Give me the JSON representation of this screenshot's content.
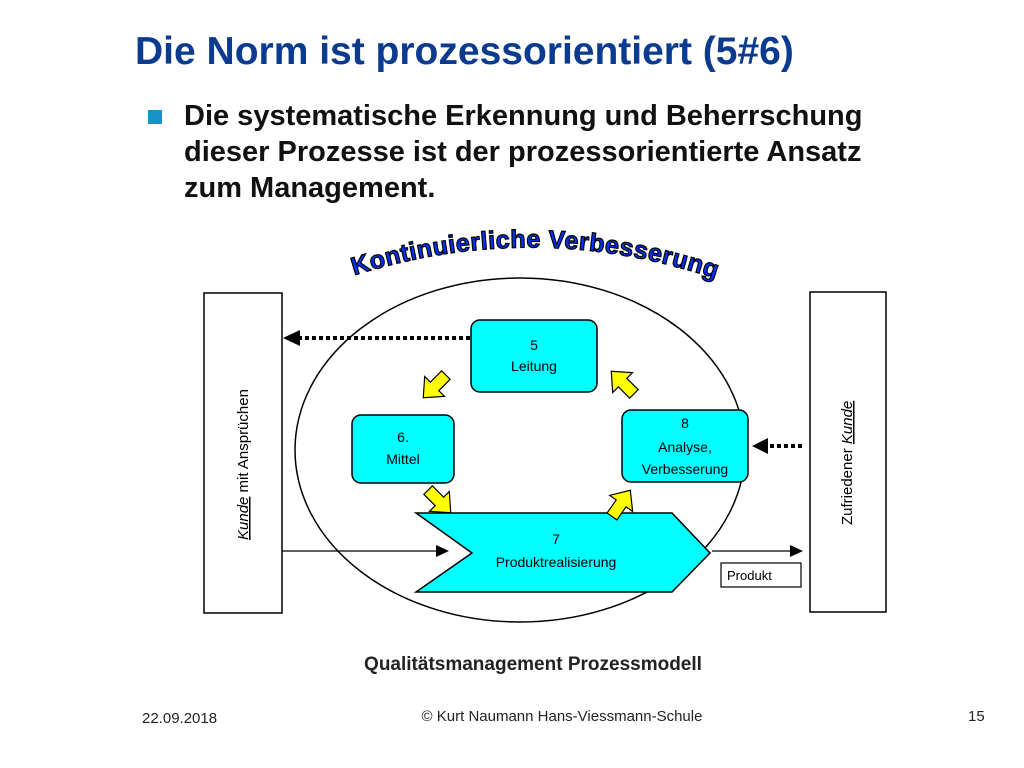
{
  "slide": {
    "title": "Die Norm ist prozessorientiert (5#6)",
    "bullet_lines": [
      "Die systematische Erkennung und Beherrschung",
      "dieser Prozesse ist der prozessorientierte Ansatz",
      "zum Management."
    ],
    "bullet_color": "#1694c7",
    "title_color": "#0b3b8f"
  },
  "diagram": {
    "arc_title": "Kontinuierliche Verbesserung",
    "left_box_label": "Kunde mit Ansprüchen",
    "left_box_label_underlined": "Kunde",
    "left_box_label_rest": " mit Ansprüchen",
    "right_box_label_rest": "Zufriedener ",
    "right_box_label_underlined": "Kunde",
    "process_5_number": "5",
    "process_5_name": "Leitung",
    "process_6_number": "6.",
    "process_6_name": "Mittel",
    "process_8_number": "8",
    "process_8_name_line1": "Analyse,",
    "process_8_name_line2": "Verbesserung",
    "process_7_number": "7",
    "process_7_name": "Produktrealisierung",
    "output_label": "Produkt",
    "caption": "Qualitätsmanagement Prozessmodell",
    "box_fill": "#00ffff",
    "arrow_fill": "#ffff00"
  },
  "footer": {
    "date": "22.09.2018",
    "copyright": "© Kurt Naumann Hans-Viessmann-Schule",
    "page_number": "15"
  }
}
